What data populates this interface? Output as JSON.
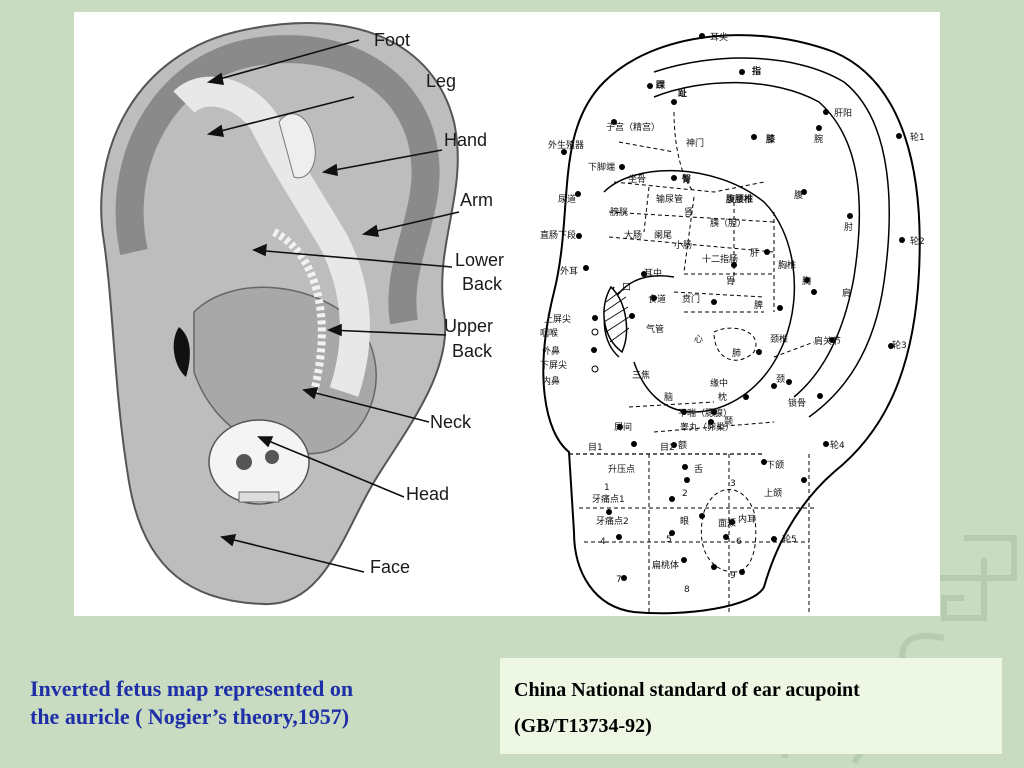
{
  "left_diagram": {
    "labels": [
      "Foot",
      "Leg",
      "Hand",
      "Arm",
      "Lower",
      "Back",
      "Upper",
      "Back",
      "Neck",
      "Head",
      "Face"
    ]
  },
  "right_diagram": {
    "points": [
      {
        "text": "耳尖"
      },
      {
        "text": "指"
      },
      {
        "text": "趾"
      },
      {
        "text": "踝"
      },
      {
        "text": "肝阳"
      },
      {
        "text": "子宫（精宫）"
      },
      {
        "text": "轮1"
      },
      {
        "text": "腕"
      },
      {
        "text": "膝"
      },
      {
        "text": "神门"
      },
      {
        "text": "外生殖器"
      },
      {
        "text": "下脚端"
      },
      {
        "text": "坐骨"
      },
      {
        "text": "臀"
      },
      {
        "text": "腹腰椎"
      },
      {
        "text": "尿道"
      },
      {
        "text": "膀胱"
      },
      {
        "text": "输尿管"
      },
      {
        "text": "肾"
      },
      {
        "text": "胰（胆）"
      },
      {
        "text": "腹"
      },
      {
        "text": "肘"
      },
      {
        "text": "直肠下段"
      },
      {
        "text": "大肠"
      },
      {
        "text": "阑尾"
      },
      {
        "text": "小肠"
      },
      {
        "text": "十二指肠"
      },
      {
        "text": "轮2"
      },
      {
        "text": "外耳"
      },
      {
        "text": "耳中"
      },
      {
        "text": "肝"
      },
      {
        "text": "胸椎"
      },
      {
        "text": "胸"
      },
      {
        "text": "口"
      },
      {
        "text": "食道"
      },
      {
        "text": "贲门"
      },
      {
        "text": "胃"
      },
      {
        "text": "肩"
      },
      {
        "text": "上屏尖"
      },
      {
        "text": "咽喉"
      },
      {
        "text": "气管"
      },
      {
        "text": "心"
      },
      {
        "text": "脾"
      },
      {
        "text": "外鼻"
      },
      {
        "text": "肩关节"
      },
      {
        "text": "轮3"
      },
      {
        "text": "肺"
      },
      {
        "text": "颈椎"
      },
      {
        "text": "下屏尖"
      },
      {
        "text": "内鼻"
      },
      {
        "text": "三焦"
      },
      {
        "text": "缘中"
      },
      {
        "text": "颈"
      },
      {
        "text": "锁骨"
      },
      {
        "text": "脑"
      },
      {
        "text": "枕"
      },
      {
        "text": "平喘（腮腺）"
      },
      {
        "text": "睾丸（卵巢）"
      },
      {
        "text": "颞"
      },
      {
        "text": "屏间"
      },
      {
        "text": "额"
      },
      {
        "text": "目1"
      },
      {
        "text": "目2"
      },
      {
        "text": "轮4"
      },
      {
        "text": "升压点"
      },
      {
        "text": "舌"
      },
      {
        "text": "下颌"
      },
      {
        "text": "1"
      },
      {
        "text": "3"
      },
      {
        "text": "上颌"
      },
      {
        "text": "牙痛点1"
      },
      {
        "text": "2"
      },
      {
        "text": "面颊"
      },
      {
        "text": "内耳"
      },
      {
        "text": "牙痛点2"
      },
      {
        "text": "眼"
      },
      {
        "text": "4"
      },
      {
        "text": "5"
      },
      {
        "text": "6"
      },
      {
        "text": "轮5"
      },
      {
        "text": "扁桃体"
      },
      {
        "text": "7"
      },
      {
        "text": "9"
      },
      {
        "text": "8"
      }
    ]
  },
  "captions": {
    "left_line1": "Inverted fetus map represented on",
    "left_line2": "the auricle ( Nogier’s theory,1957)",
    "right_line1": "China National standard of ear acupoint",
    "right_line2": "(GB/T13734-92)"
  },
  "colors": {
    "background": "#c9dcc2",
    "panel": "#ffffff",
    "left_caption": "#1f2fa8",
    "right_caption_box": "#eef7e4"
  }
}
